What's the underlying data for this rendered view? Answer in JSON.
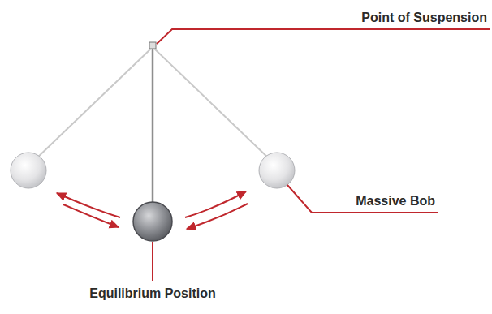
{
  "diagram": {
    "labels": [
      "Point of Suspension",
      "Massive Bob",
      "Equilibrium Position"
    ]
  }
}
